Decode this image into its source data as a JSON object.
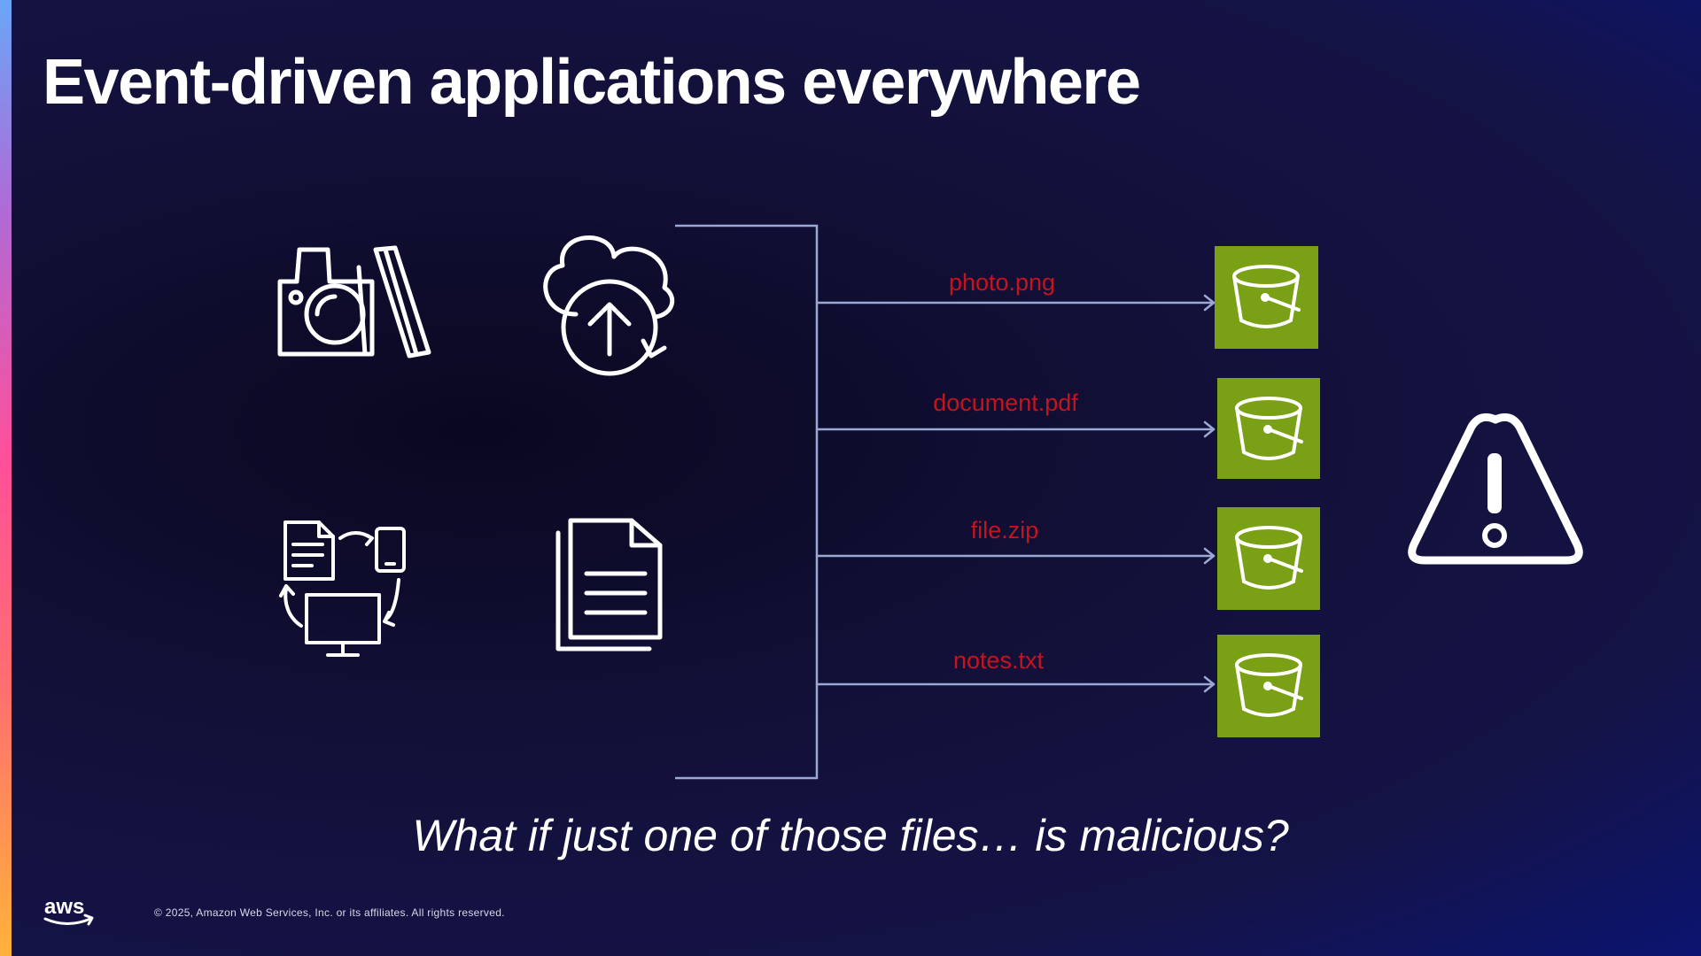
{
  "slide": {
    "title": "Event-driven applications everywhere",
    "question": "What if just one of those files… is malicious?",
    "copyright": "© 2025, Amazon Web Services, Inc. or its affiliates. All rights reserved.",
    "logo_text": "aws"
  },
  "sources": [
    {
      "icon": "camera-photos-icon"
    },
    {
      "icon": "cloud-upload-icon"
    },
    {
      "icon": "device-sync-icon"
    },
    {
      "icon": "documents-icon"
    }
  ],
  "files": [
    {
      "name": "photo.png",
      "destination_icon": "s3-bucket-icon"
    },
    {
      "name": "document.pdf",
      "destination_icon": "s3-bucket-icon"
    },
    {
      "name": "file.zip",
      "destination_icon": "s3-bucket-icon"
    },
    {
      "name": "notes.txt",
      "destination_icon": "s3-bucket-icon"
    }
  ],
  "warning": {
    "icon": "warning-triangle-icon"
  },
  "colors": {
    "file_label": "#c4141e",
    "bucket": "#7aa116",
    "connector": "#9ba7d4",
    "text": "#ffffff"
  }
}
